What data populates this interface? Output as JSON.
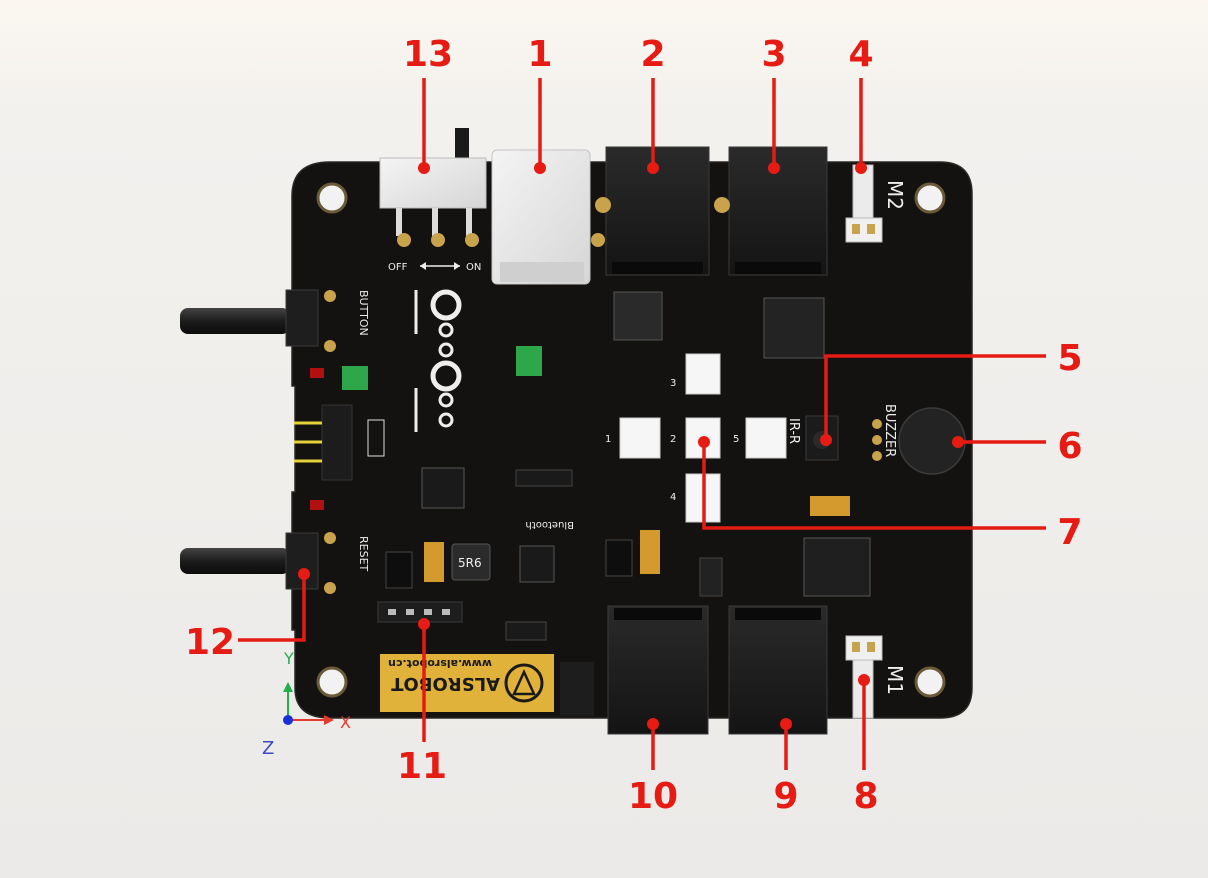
{
  "callouts": [
    {
      "id": "1",
      "label": "1"
    },
    {
      "id": "2",
      "label": "2"
    },
    {
      "id": "3",
      "label": "3"
    },
    {
      "id": "4",
      "label": "4"
    },
    {
      "id": "5",
      "label": "5"
    },
    {
      "id": "6",
      "label": "6"
    },
    {
      "id": "7",
      "label": "7"
    },
    {
      "id": "8",
      "label": "8"
    },
    {
      "id": "9",
      "label": "9"
    },
    {
      "id": "10",
      "label": "10"
    },
    {
      "id": "11",
      "label": "11"
    },
    {
      "id": "12",
      "label": "12"
    },
    {
      "id": "13",
      "label": "13"
    }
  ],
  "silkscreen": {
    "off": "OFF",
    "on": "ON",
    "button": "BUTTON",
    "reset": "RESET",
    "m1": "M1",
    "m2": "M2",
    "buzzer": "BUZZER",
    "ir_r": "IR-R",
    "bluetooth": "Bluetooth",
    "inductor": "5R6",
    "brand": "ALSROBOT",
    "url": "www.alsrobot.cn",
    "led_1": "1",
    "led_2": "2",
    "led_3": "3",
    "led_4": "4",
    "led_5": "5"
  },
  "axes": {
    "x": "X",
    "y": "Y",
    "z": "Z"
  },
  "colors": {
    "board": "#141210",
    "callout": "#e51b14",
    "logo_bg": "#e0b23a"
  }
}
